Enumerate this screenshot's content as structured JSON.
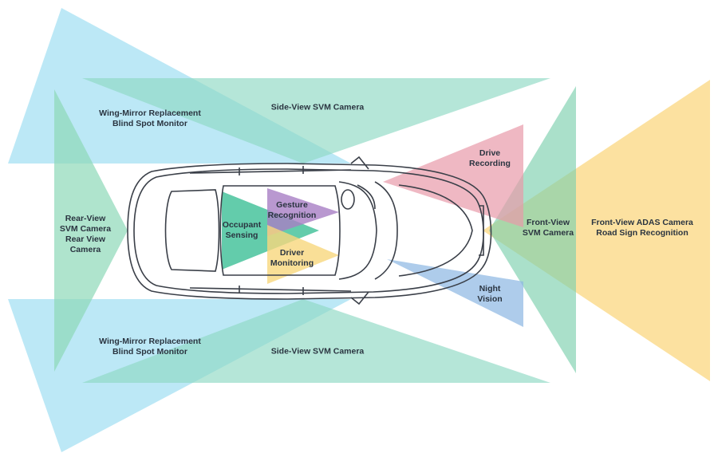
{
  "colors": {
    "wing_mirror": "#8fd8f0",
    "side_view": "#8dd9c3",
    "rear_view": "#8dd9b8",
    "front_view_svm": "#7ccfae",
    "front_adas": "#fbdc8f",
    "drive_recording": "#e89aaa",
    "night_vision": "#8bb6e3",
    "occupant": "#48c39c",
    "gesture": "#a77ec4",
    "driver_monitoring": "#f7d77d",
    "car_outline": "#3a3f48"
  },
  "labels": {
    "wing_mirror_top": [
      "Wing-Mirror Replacement",
      "Blind Spot Monitor"
    ],
    "side_view_top": [
      "Side-View SVM Camera"
    ],
    "rear_view": [
      "Rear-View",
      "SVM Camera",
      "Rear View",
      "Camera"
    ],
    "occupant": [
      "Occupant",
      "Sensing"
    ],
    "gesture": [
      "Gesture",
      "Recognition"
    ],
    "driver_monitoring": [
      "Driver",
      "Monitoring"
    ],
    "drive_recording": [
      "Drive",
      "Recording"
    ],
    "front_view_svm": [
      "Front-View",
      "SVM Camera"
    ],
    "front_adas": [
      "Front-View ADAS Camera",
      "Road Sign Recognition"
    ],
    "night_vision": [
      "Night",
      "Vision"
    ],
    "wing_mirror_bottom": [
      "Wing-Mirror Replacement",
      "Blind Spot Monitor"
    ],
    "side_view_bottom": [
      "Side-View SVM Camera"
    ]
  }
}
